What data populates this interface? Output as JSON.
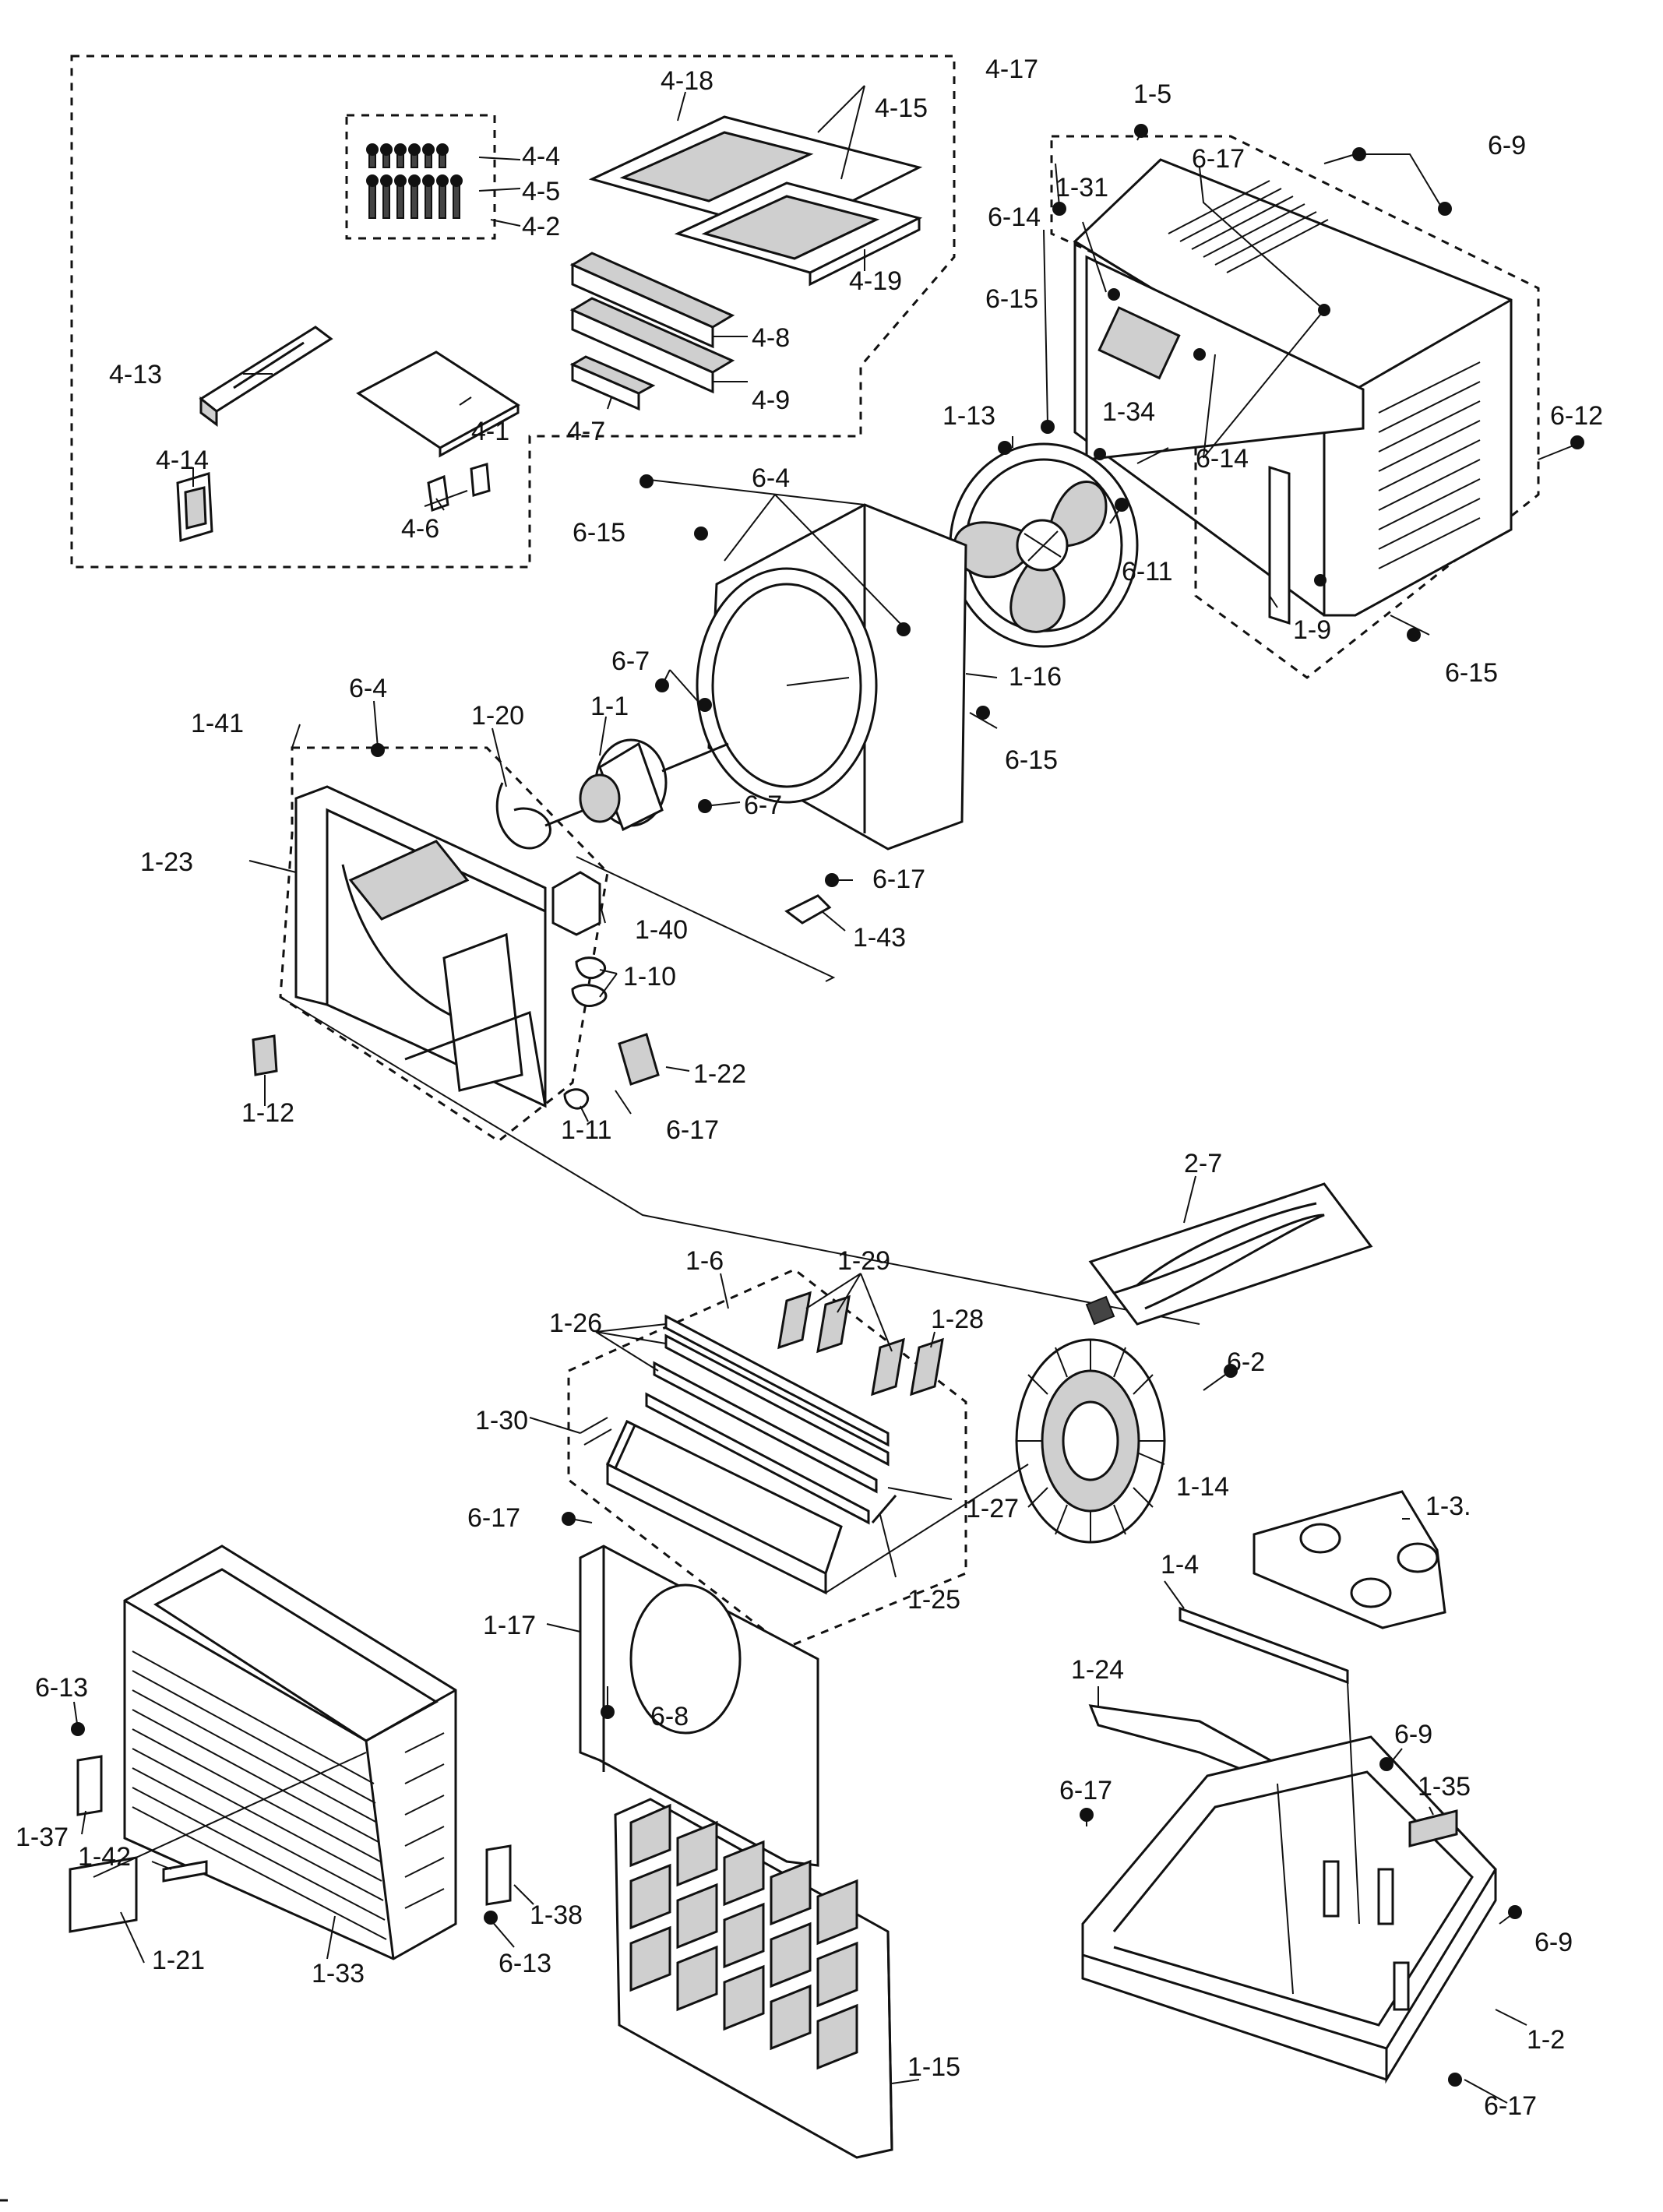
{
  "labels": [
    {
      "id": "4-17",
      "text": "4-17"
    },
    {
      "id": "4-18",
      "text": "4-18"
    },
    {
      "id": "4-15",
      "text": "4-15"
    },
    {
      "id": "4-4",
      "text": "4-4"
    },
    {
      "id": "4-5",
      "text": "4-5"
    },
    {
      "id": "4-2",
      "text": "4-2"
    },
    {
      "id": "4-19",
      "text": "4-19"
    },
    {
      "id": "4-8",
      "text": "4-8"
    },
    {
      "id": "4-9",
      "text": "4-9"
    },
    {
      "id": "4-13",
      "text": "4-13"
    },
    {
      "id": "4-1",
      "text": "4-1"
    },
    {
      "id": "4-7",
      "text": "4-7"
    },
    {
      "id": "4-14",
      "text": "4-14"
    },
    {
      "id": "4-6",
      "text": "4-6"
    },
    {
      "id": "1-5",
      "text": "1-5"
    },
    {
      "id": "6-9-top",
      "text": "6-9"
    },
    {
      "id": "6-17-top",
      "text": "6-17"
    },
    {
      "id": "1-31",
      "text": "1-31"
    },
    {
      "id": "6-14-a",
      "text": "6-14"
    },
    {
      "id": "6-15-a",
      "text": "6-15"
    },
    {
      "id": "1-34",
      "text": "1-34"
    },
    {
      "id": "6-14-b",
      "text": "6-14"
    },
    {
      "id": "1-13",
      "text": "1-13"
    },
    {
      "id": "6-12",
      "text": "6-12"
    },
    {
      "id": "6-4-a",
      "text": "6-4"
    },
    {
      "id": "6-15-b",
      "text": "6-15"
    },
    {
      "id": "6-11",
      "text": "6-11"
    },
    {
      "id": "1-9",
      "text": "1-9"
    },
    {
      "id": "6-15-c",
      "text": "6-15"
    },
    {
      "id": "1-16",
      "text": "1-16"
    },
    {
      "id": "6-15-d",
      "text": "6-15"
    },
    {
      "id": "6-7-a",
      "text": "6-7"
    },
    {
      "id": "1-41",
      "text": "1-41"
    },
    {
      "id": "6-4-b",
      "text": "6-4"
    },
    {
      "id": "1-20",
      "text": "1-20"
    },
    {
      "id": "1-1",
      "text": "1-1"
    },
    {
      "id": "6-7-b",
      "text": "6-7"
    },
    {
      "id": "1-23",
      "text": "1-23"
    },
    {
      "id": "6-17-a",
      "text": "6-17"
    },
    {
      "id": "1-40",
      "text": "1-40"
    },
    {
      "id": "1-43",
      "text": "1-43"
    },
    {
      "id": "1-10",
      "text": "1-10"
    },
    {
      "id": "1-22",
      "text": "1-22"
    },
    {
      "id": "1-12",
      "text": "1-12"
    },
    {
      "id": "1-11",
      "text": "1-11"
    },
    {
      "id": "6-17-b",
      "text": "6-17"
    },
    {
      "id": "2-7",
      "text": "2-7"
    },
    {
      "id": "1-6",
      "text": "1-6"
    },
    {
      "id": "1-29",
      "text": "1-29"
    },
    {
      "id": "1-26",
      "text": "1-26"
    },
    {
      "id": "1-28",
      "text": "1-28"
    },
    {
      "id": "6-2",
      "text": "6-2"
    },
    {
      "id": "1-30",
      "text": "1-30"
    },
    {
      "id": "1-14",
      "text": "1-14"
    },
    {
      "id": "1-27",
      "text": "1-27"
    },
    {
      "id": "6-17-c",
      "text": "6-17"
    },
    {
      "id": "1-3",
      "text": "1-3."
    },
    {
      "id": "1-4",
      "text": "1-4"
    },
    {
      "id": "1-25",
      "text": "1-25"
    },
    {
      "id": "1-17",
      "text": "1-17"
    },
    {
      "id": "6-13-a",
      "text": "6-13"
    },
    {
      "id": "1-24",
      "text": "1-24"
    },
    {
      "id": "6-8",
      "text": "6-8"
    },
    {
      "id": "6-9-b",
      "text": "6-9"
    },
    {
      "id": "6-17-d",
      "text": "6-17"
    },
    {
      "id": "1-35",
      "text": "1-35"
    },
    {
      "id": "1-37",
      "text": "1-37"
    },
    {
      "id": "1-42",
      "text": "1-42"
    },
    {
      "id": "1-38",
      "text": "1-38"
    },
    {
      "id": "1-21",
      "text": "1-21"
    },
    {
      "id": "1-33",
      "text": "1-33"
    },
    {
      "id": "6-13-b",
      "text": "6-13"
    },
    {
      "id": "6-9-c",
      "text": "6-9"
    },
    {
      "id": "1-15",
      "text": "1-15"
    },
    {
      "id": "1-2",
      "text": "1-2"
    },
    {
      "id": "6-17-e",
      "text": "6-17"
    }
  ]
}
